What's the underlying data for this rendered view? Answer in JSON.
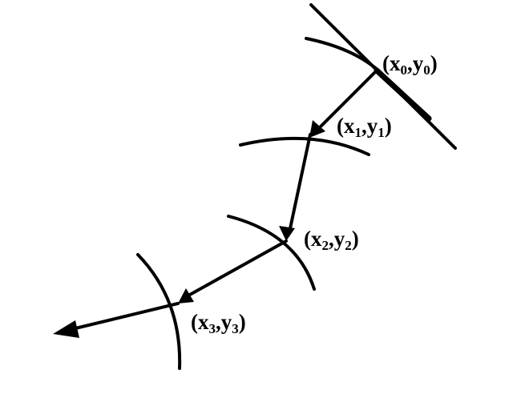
{
  "points": [
    {
      "id": "p0",
      "x": "x",
      "x_sub": "0",
      "sep": ",",
      "y": "y",
      "y_sub": "0",
      "open": "(",
      "close": ")"
    },
    {
      "id": "p1",
      "x": "x",
      "x_sub": "1",
      "sep": ",",
      "y": "y",
      "y_sub": "1",
      "open": "(",
      "close": ")"
    },
    {
      "id": "p2",
      "x": "x",
      "x_sub": "2",
      "sep": ",",
      "y": "y",
      "y_sub": "2",
      "open": "(",
      "close": ")"
    },
    {
      "id": "p3",
      "x": "x",
      "x_sub": "3",
      "sep": ",",
      "y": "y",
      "y_sub": "3",
      "open": "(",
      "close": ")"
    }
  ],
  "colors": {
    "stroke": "#000000",
    "background": "#ffffff"
  }
}
